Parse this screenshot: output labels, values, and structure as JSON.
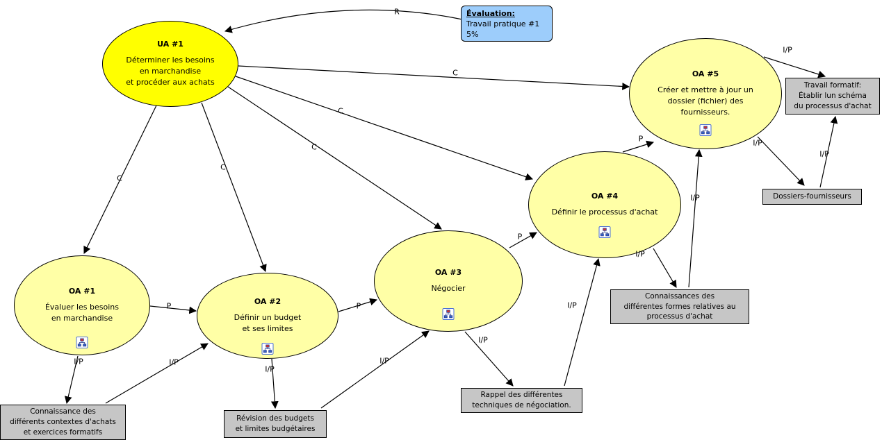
{
  "colors": {
    "ua-fill": "#ffff00",
    "oa-fill": "#ffffa6",
    "box-fill": "#c6c6c6",
    "eval-fill": "#9dcdfb",
    "stroke": "#000000"
  },
  "icons": {
    "resource": "org-chart-icon"
  },
  "nodes": {
    "ua1": {
      "title": "UA #1",
      "body": "Déterminer les besoins\nen marchandise\net procéder aux achats"
    },
    "oa1": {
      "title": "OA #1",
      "body": "Évaluer les besoins\nen marchandise"
    },
    "oa2": {
      "title": "OA #2",
      "body": "Définir un budget\net ses limites"
    },
    "oa3": {
      "title": "OA #3",
      "body": "Négocier"
    },
    "oa4": {
      "title": "OA #4",
      "body": "Définir le processus d'achat"
    },
    "oa5": {
      "title": "OA #5",
      "body": "Créer et mettre à jour un\ndossier (fichier) des\nfournisseurs."
    }
  },
  "eval_box": {
    "heading": "Évaluation:",
    "line1": "Travail pratique #1",
    "line2": "5%"
  },
  "gray_boxes": {
    "travail_formatif": "Travail formatif:\nÉtablir lun schéma\ndu processus d'achat",
    "dossiers_fournisseurs": "Dossiers-fournisseurs",
    "connaissance_contextes": "Connaissance des\ndifférents contextes d'achats\net exercices formatifs",
    "revision_budgets": "Révision des budgets\net limites budgétaires",
    "rappel_techniques": "Rappel des différentes\ntechniques de négociation.",
    "connaissances_formes": "Connaissances des\ndifférentes formes relatives au\nprocessus d'achat"
  },
  "edges": [
    {
      "label": "R",
      "from": "evaluation-box",
      "to": "ua1"
    },
    {
      "label": "C",
      "from": "ua1",
      "to": "oa5"
    },
    {
      "label": "C",
      "from": "ua1",
      "to": "oa4"
    },
    {
      "label": "C",
      "from": "ua1",
      "to": "oa3"
    },
    {
      "label": "C",
      "from": "ua1",
      "to": "oa2"
    },
    {
      "label": "C",
      "from": "ua1",
      "to": "oa1"
    },
    {
      "label": "P",
      "from": "oa1",
      "to": "oa2"
    },
    {
      "label": "P",
      "from": "oa2",
      "to": "oa3"
    },
    {
      "label": "P",
      "from": "oa3",
      "to": "oa4"
    },
    {
      "label": "P",
      "from": "oa4",
      "to": "oa5"
    },
    {
      "label": "I/P",
      "from": "oa5",
      "to": "travail-formatif"
    },
    {
      "label": "I/P",
      "from": "oa5",
      "to": "dossiers-fournisseurs"
    },
    {
      "label": "I/P",
      "from": "dossiers-fournisseurs",
      "to": "travail-formatif"
    },
    {
      "label": "I/P",
      "from": "oa1",
      "to": "connaissance-contextes"
    },
    {
      "label": "I/P",
      "from": "connaissance-contextes",
      "to": "oa2"
    },
    {
      "label": "I/P",
      "from": "oa2",
      "to": "revision-budgets"
    },
    {
      "label": "I/P",
      "from": "revision-budgets",
      "to": "oa3"
    },
    {
      "label": "I/P",
      "from": "oa3",
      "to": "rappel-techniques"
    },
    {
      "label": "I/P",
      "from": "rappel-techniques",
      "to": "oa4"
    },
    {
      "label": "I/P",
      "from": "oa4",
      "to": "connaissances-formes"
    },
    {
      "label": "I/P",
      "from": "connaissances-formes",
      "to": "oa5"
    }
  ]
}
